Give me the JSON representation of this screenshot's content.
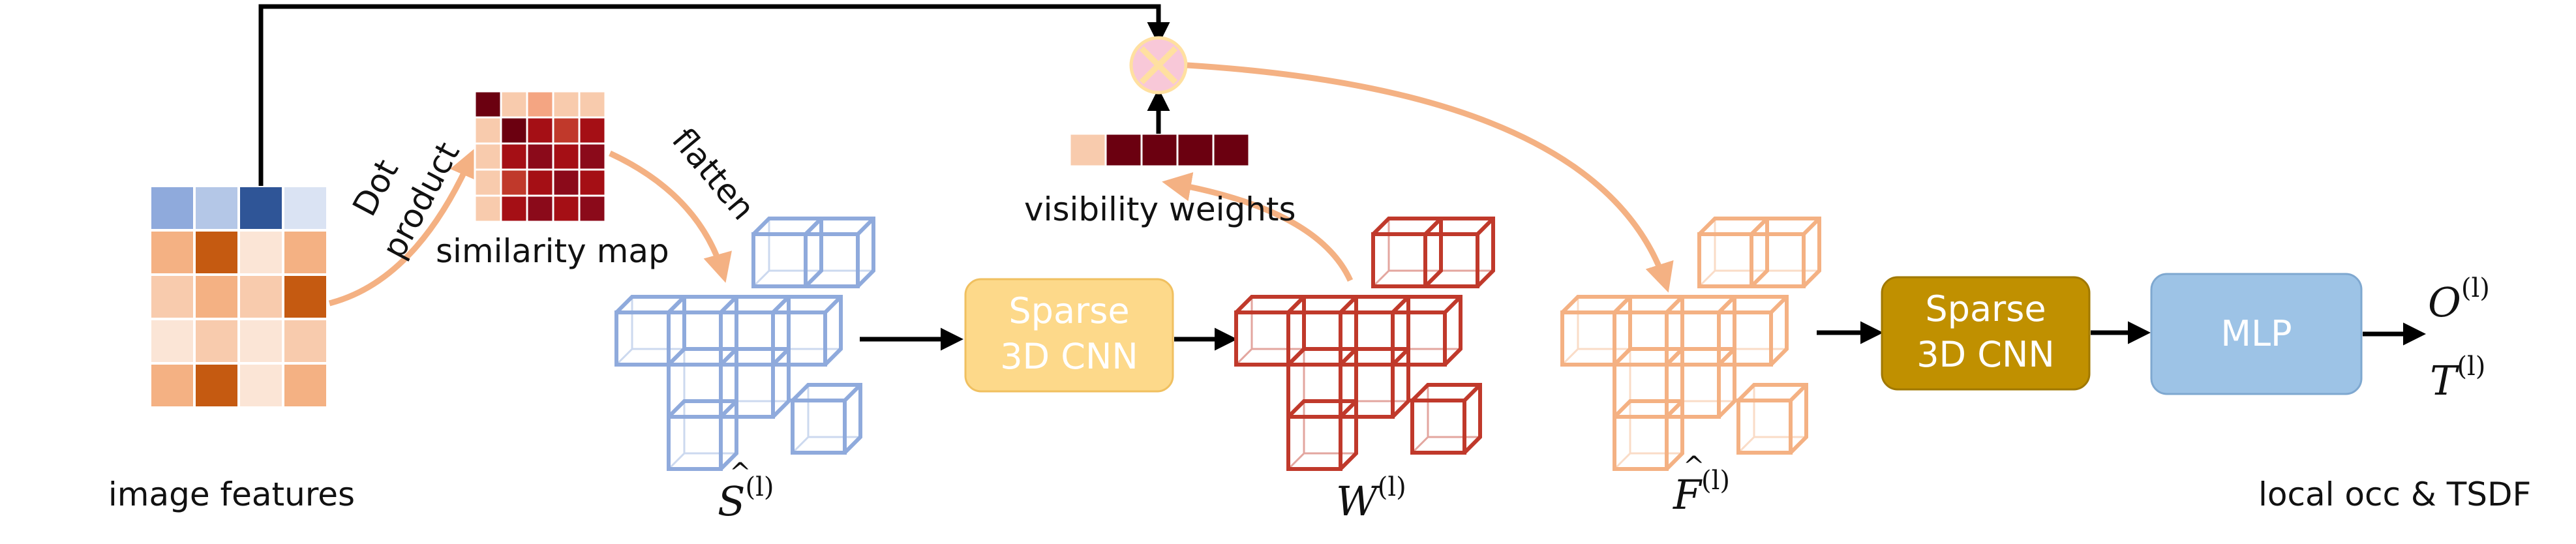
{
  "labels": {
    "image_features": "image features",
    "dot": "Dot",
    "product": "product",
    "similarity_map": "similarity map",
    "flatten": "flatten",
    "visibility_weights": "visibility weights",
    "local_occ_tsdf": "local occ & TSDF"
  },
  "math": {
    "s_hat": {
      "base": "S",
      "sup": "(l)"
    },
    "w": {
      "base": "W",
      "sup": "(l)"
    },
    "f_hat": {
      "base": "F",
      "sup": "(l)"
    },
    "o": {
      "base": "O",
      "sup": "(l)"
    },
    "t": {
      "base": "T",
      "sup": "(l)"
    }
  },
  "boxes": {
    "sparse1": {
      "line1": "Sparse",
      "line2": "3D CNN"
    },
    "sparse2": {
      "line1": "Sparse",
      "line2": "3D CNN"
    },
    "mlp": {
      "label": "MLP"
    }
  },
  "colors": {
    "sparse1_fill": "#fdd98a",
    "sparse2_fill": "#c09000",
    "mlp_fill": "#9dc3e6",
    "blue_cube": "#8faadc",
    "red_cube": "#c0392b",
    "orange_cube": "#f4b183",
    "arrow_orange": "#f4b183",
    "product_circle": "#f8c8d8",
    "product_x": "#ffe0a0"
  }
}
